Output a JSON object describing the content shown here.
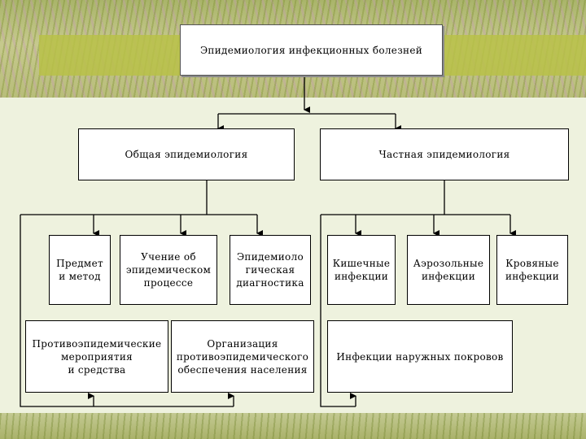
{
  "title": "Эпидемиология инфекционных болезней",
  "general": {
    "label": "Общая эпидемиология",
    "children": [
      "Предмет\nи метод",
      "Учение об\nэпидемическом\nпроцессе",
      "Эпидемиоло\nгическая\nдиагностика"
    ],
    "bottom": [
      "Противоэпидемические\nмероприятия\nи средства",
      "Организация\nпротивоэпидемического\nобеспечения населения"
    ]
  },
  "specific": {
    "label": "Частная эпидемиология",
    "children": [
      "Кишечные\nинфекции",
      "Аэрозольные\nинфекции",
      "Кровяные\nинфекции"
    ],
    "bottom": "Инфекции наружных покровов"
  }
}
